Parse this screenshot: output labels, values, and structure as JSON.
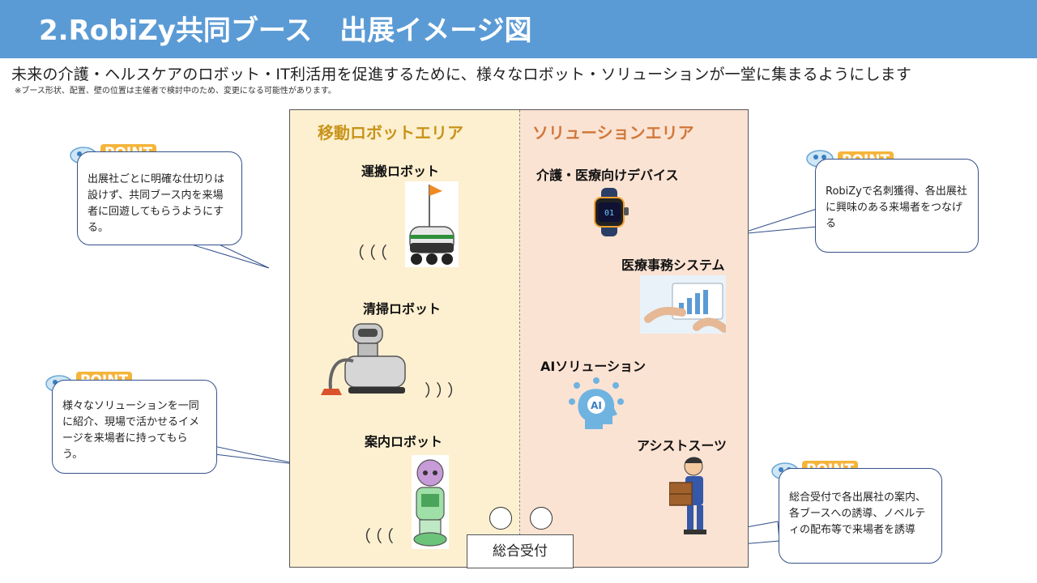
{
  "header": {
    "title": "2.RobiZy共同ブース　出展イメージ図",
    "color": "#5b9bd5"
  },
  "intro": {
    "text": "未来の介護・ヘルスケアのロボット・IT利活用を促進するために、様々なロボット・ソリューションが一堂に集まるようにします",
    "note": "※ブース形状、配置、壁の位置は主催者で検討中のため、変更になる可能性があります。"
  },
  "areas": {
    "left": {
      "title": "移動ロボットエリア",
      "color": "#c8931a"
    },
    "right": {
      "title": "ソリューションエリア",
      "color": "#d0783a"
    }
  },
  "exhibits": {
    "delivery_robot": "運搬ロボット",
    "cleaning_robot": "清掃ロボット",
    "guide_robot": "案内ロボット",
    "medical_device": "介護・医療向けデバイス",
    "medical_office": "医療事務システム",
    "ai_solution": "AIソリューション",
    "assist_suit": "アシストスーツ"
  },
  "waves": {
    "w1": "（（（",
    "w2": "）））",
    "w3": "（（（"
  },
  "points": {
    "tag": "POINT",
    "p1": "出展社ごとに明確な仕切りは設けず、共同ブース内を来場者に回遊してもらうようにする。",
    "p2": "様々なソリューションを一同に紹介、現場で活かせるイメージを来場者に持ってもらう。",
    "p3": "RobiZyで名刺獲得、各出展社に興味のある来場者をつなげる",
    "p4": "総合受付で各出展社の案内、各ブースへの誘導、ノベルティの配布等で来場者を誘導"
  },
  "reception": {
    "label": "総合受付"
  },
  "icons": {
    "mascot": "robot-mascot-icon",
    "delivery": "delivery-robot-icon",
    "cleaning": "cleaning-robot-icon",
    "guide": "guide-robot-icon",
    "watch": "smartwatch-icon",
    "tablet": "tablet-chart-icon",
    "ai": "ai-head-icon",
    "suit": "assist-suit-icon"
  }
}
